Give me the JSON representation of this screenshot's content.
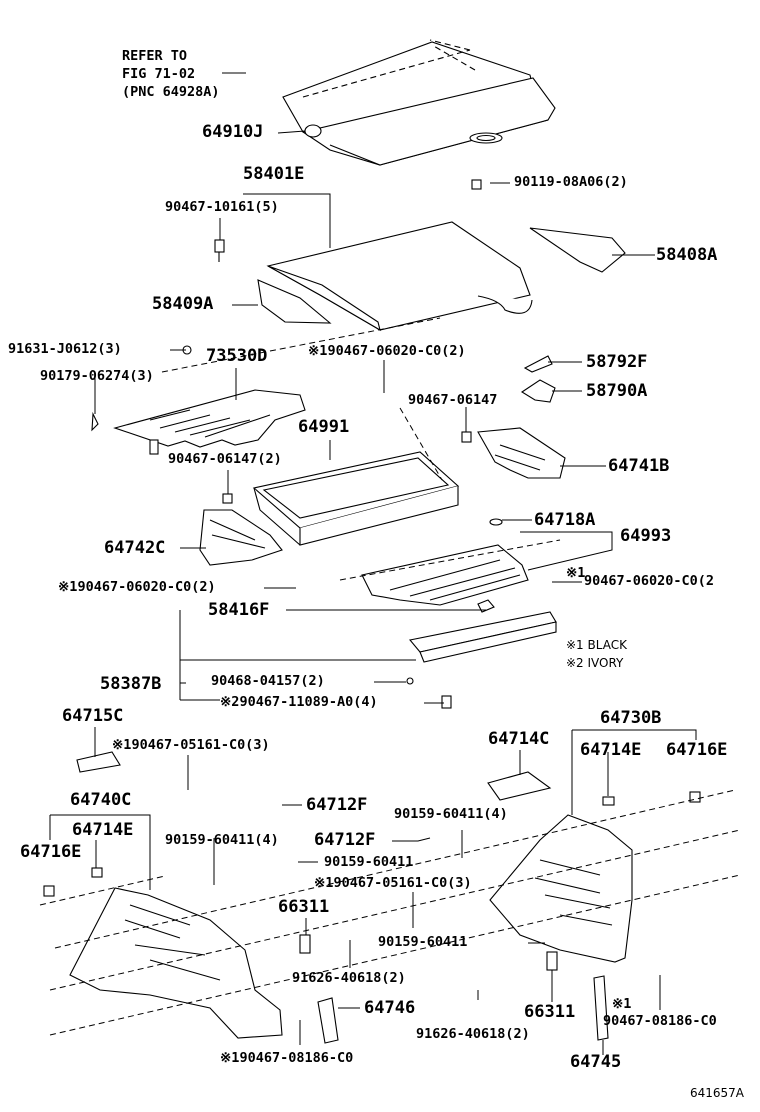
{
  "refer": {
    "line1": "REFER TO",
    "line2": "FIG 71-02",
    "line3": "(PNC 64928A)"
  },
  "labels": {
    "p64910J": "64910J",
    "p58401E": "58401E",
    "p90467_10161": "90467-10161(5)",
    "p90119_08A06": "90119-08A06(2)",
    "p58408A": "58408A",
    "p58409A": "58409A",
    "p91631_J0612": "91631-J0612(3)",
    "p73530D": "73530D",
    "p90179_06274": "90179-06274(3)",
    "p90467_06020_top": "※190467-06020-C0(2)",
    "p58792F": "58792F",
    "p58790A": "58790A",
    "p90467_06147_a": "90467-06147",
    "p64991": "64991",
    "p90467_06147_b": "90467-06147(2)",
    "p64741B": "64741B",
    "p64742C": "64742C",
    "p64718A": "64718A",
    "p64993": "64993",
    "p90467_06020_left": "※190467-06020-C0(2)",
    "p90467_06020_right_mark": "※1",
    "p90467_06020_right": "90467-06020-C0(2",
    "p58416F": "58416F",
    "note1": "※1 BLACK",
    "note2": "※2 IVORY",
    "p58387B": "58387B",
    "p90468_04157": "90468-04157(2)",
    "p90467_11089": "※290467-11089-A0(4)",
    "p64715C": "64715C",
    "p90467_05161_top": "※190467-05161-C0(3)",
    "p64730B": "64730B",
    "p64714C": "64714C",
    "p64714E_r": "64714E",
    "p64716E_r": "64716E",
    "p64740C": "64740C",
    "p64712F_a": "64712F",
    "p64714E_l": "64714E",
    "p90159_60411_4b": "90159-60411(4)",
    "p90159_60411_4a": "90159-60411(4)",
    "p64712F_b": "64712F",
    "p64716E_l": "64716E",
    "p90159_60411_a": "90159-60411",
    "p90467_05161_mid": "※190467-05161-C0(3)",
    "p66311_l": "66311",
    "p90159_60411_b": "90159-60411",
    "p91626_40618_a": "91626-40618(2)",
    "p64746": "64746",
    "p66311_r": "66311",
    "p90467_08186_r_mark": "※1",
    "p90467_08186_r": "90467-08186-C0",
    "p91626_40618_b": "91626-40618(2)",
    "p90467_08186_l": "※190467-08186-C0",
    "p64745": "64745",
    "figure_id": "641657A"
  }
}
